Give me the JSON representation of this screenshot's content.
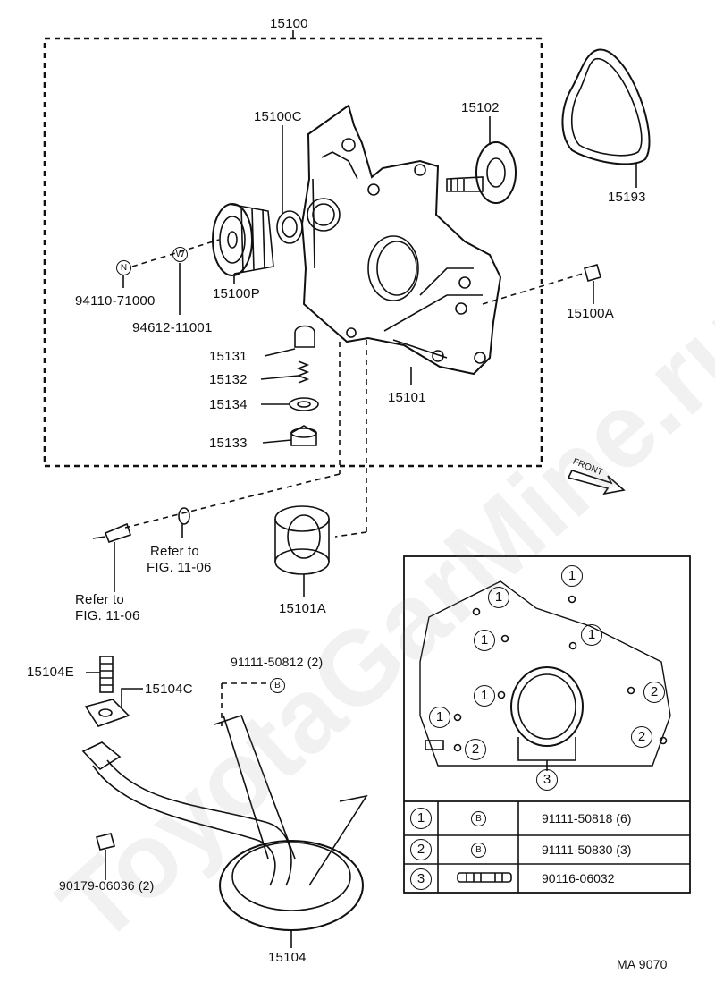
{
  "assembly": {
    "oil_pump_assy": "15100",
    "pump_body_cover": "15100C",
    "drive_rotor": "15102",
    "gasket": "15193",
    "pulley": "15100P",
    "bolt_n": "94110-71000",
    "washer_w": "94612-11001",
    "plug": "15100A",
    "relief_valve": "15131",
    "spring": "15132",
    "gasket_small": "15134",
    "plug_nut": "15133",
    "body": "15101",
    "seal": "15101A",
    "strainer": "15104",
    "stud": "15104E",
    "gasket_strainer": "15104C",
    "bolt_strainer": "91111-50812 (2)",
    "nut_strainer": "90179-06036 (2)",
    "refer_1_line1": "Refer to",
    "refer_1_line2": "FIG. 11-06",
    "refer_2_line1": "Refer to",
    "refer_2_line2": "FIG. 11-06",
    "marker_n": "N",
    "marker_w": "W",
    "marker_b": "B",
    "front": "FRONT"
  },
  "inset": {
    "callouts": [
      "1",
      "1",
      "1",
      "1",
      "1",
      "1",
      "2",
      "2",
      "2",
      "3"
    ],
    "table": [
      {
        "ref": "1",
        "symbol": "B",
        "part": "91111-50818 (6)"
      },
      {
        "ref": "2",
        "symbol": "B",
        "part": "91111-50830 (3)"
      },
      {
        "ref": "3",
        "symbol": "stud-icon",
        "part": "90116-06032"
      }
    ]
  },
  "figure_code": "MA 9070",
  "watermark": "ToyotaGarMine.ru"
}
